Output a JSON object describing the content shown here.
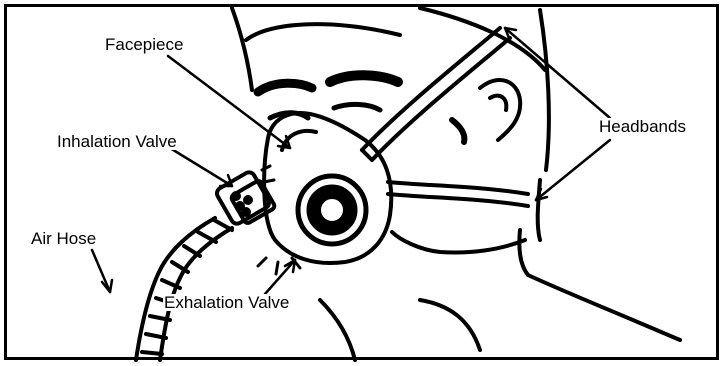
{
  "labels": {
    "facepiece": "Facepiece",
    "inhalation_valve": "Inhalation Valve",
    "air_hose": "Air Hose",
    "exhalation_valve": "Exhalation Valve",
    "headbands": "Headbands"
  },
  "colors": {
    "ink": "#000000",
    "paper": "#ffffff"
  }
}
